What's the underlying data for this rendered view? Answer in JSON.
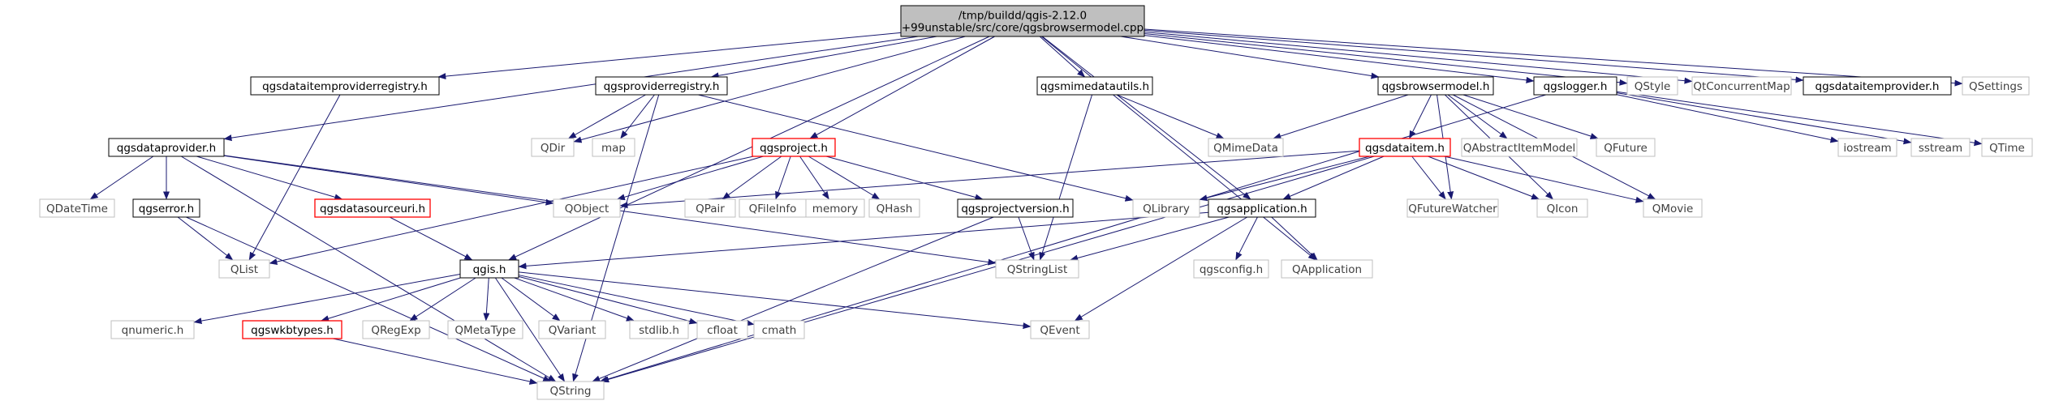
{
  "colors": {
    "edge": "#191970",
    "edge_gray": "#a9a9a9",
    "box_black": "#000000",
    "box_red": "#ff0000",
    "box_gray": "#bfbfbf",
    "root_fill": "#bfbfbf",
    "text_black": "#000000",
    "text_gray": "#404040"
  },
  "nodes": [
    {
      "id": "root",
      "lines": [
        "/tmp/buildd/qgis-2.12.0",
        "+99unstable/src/core/qgsbrowsermodel.cpp"
      ],
      "style": "root"
    },
    {
      "id": "dataitemproviderregistry",
      "lines": [
        "qgsdataitemproviderregistry.h"
      ],
      "style": "black"
    },
    {
      "id": "providerregistry",
      "lines": [
        "qgsproviderregistry.h"
      ],
      "style": "black"
    },
    {
      "id": "mimedatautils",
      "lines": [
        "qgsmimedatautils.h"
      ],
      "style": "black"
    },
    {
      "id": "browsermodel_h",
      "lines": [
        "qgsbrowsermodel.h"
      ],
      "style": "black"
    },
    {
      "id": "logger",
      "lines": [
        "qgslogger.h"
      ],
      "style": "black"
    },
    {
      "id": "QStyle",
      "lines": [
        "QStyle"
      ],
      "style": "gray"
    },
    {
      "id": "QtConcurrentMap",
      "lines": [
        "QtConcurrentMap"
      ],
      "style": "gray"
    },
    {
      "id": "dataitemprovider",
      "lines": [
        "qgsdataitemprovider.h"
      ],
      "style": "black"
    },
    {
      "id": "QSettings",
      "lines": [
        "QSettings"
      ],
      "style": "gray"
    },
    {
      "id": "dataprovider",
      "lines": [
        "qgsdataprovider.h"
      ],
      "style": "black"
    },
    {
      "id": "QDir",
      "lines": [
        "QDir"
      ],
      "style": "gray"
    },
    {
      "id": "map",
      "lines": [
        "map"
      ],
      "style": "gray"
    },
    {
      "id": "project",
      "lines": [
        "qgsproject.h"
      ],
      "style": "red"
    },
    {
      "id": "QMimeData",
      "lines": [
        "QMimeData"
      ],
      "style": "gray"
    },
    {
      "id": "dataitem",
      "lines": [
        "qgsdataitem.h"
      ],
      "style": "red"
    },
    {
      "id": "QAbstractItemModel",
      "lines": [
        "QAbstractItemModel"
      ],
      "style": "gray"
    },
    {
      "id": "QFuture",
      "lines": [
        "QFuture"
      ],
      "style": "gray"
    },
    {
      "id": "iostream",
      "lines": [
        "iostream"
      ],
      "style": "gray"
    },
    {
      "id": "sstream",
      "lines": [
        "sstream"
      ],
      "style": "gray"
    },
    {
      "id": "QTime",
      "lines": [
        "QTime"
      ],
      "style": "gray"
    },
    {
      "id": "QDateTime",
      "lines": [
        "QDateTime"
      ],
      "style": "gray"
    },
    {
      "id": "error",
      "lines": [
        "qgserror.h"
      ],
      "style": "black"
    },
    {
      "id": "datasourceuri",
      "lines": [
        "qgsdatasourceuri.h"
      ],
      "style": "red"
    },
    {
      "id": "QObject",
      "lines": [
        "QObject"
      ],
      "style": "gray"
    },
    {
      "id": "QPair",
      "lines": [
        "QPair"
      ],
      "style": "gray"
    },
    {
      "id": "QFileInfo",
      "lines": [
        "QFileInfo"
      ],
      "style": "gray"
    },
    {
      "id": "memory",
      "lines": [
        "memory"
      ],
      "style": "gray"
    },
    {
      "id": "QHash",
      "lines": [
        "QHash"
      ],
      "style": "gray"
    },
    {
      "id": "projectversion",
      "lines": [
        "qgsprojectversion.h"
      ],
      "style": "black"
    },
    {
      "id": "QLibrary",
      "lines": [
        "QLibrary"
      ],
      "style": "gray"
    },
    {
      "id": "application",
      "lines": [
        "qgsapplication.h"
      ],
      "style": "black"
    },
    {
      "id": "QFutureWatcher",
      "lines": [
        "QFutureWatcher"
      ],
      "style": "gray"
    },
    {
      "id": "QIcon",
      "lines": [
        "QIcon"
      ],
      "style": "gray"
    },
    {
      "id": "QMovie",
      "lines": [
        "QMovie"
      ],
      "style": "gray"
    },
    {
      "id": "QList",
      "lines": [
        "QList"
      ],
      "style": "gray"
    },
    {
      "id": "qgis",
      "lines": [
        "qgis.h"
      ],
      "style": "black"
    },
    {
      "id": "QStringList",
      "lines": [
        "QStringList"
      ],
      "style": "gray"
    },
    {
      "id": "config",
      "lines": [
        "qgsconfig.h"
      ],
      "style": "gray"
    },
    {
      "id": "QApplication",
      "lines": [
        "QApplication"
      ],
      "style": "gray"
    },
    {
      "id": "qnumeric",
      "lines": [
        "qnumeric.h"
      ],
      "style": "gray"
    },
    {
      "id": "wkbtypes",
      "lines": [
        "qgswkbtypes.h"
      ],
      "style": "red"
    },
    {
      "id": "QRegExp",
      "lines": [
        "QRegExp"
      ],
      "style": "gray"
    },
    {
      "id": "QMetaType",
      "lines": [
        "QMetaType"
      ],
      "style": "gray"
    },
    {
      "id": "QVariant",
      "lines": [
        "QVariant"
      ],
      "style": "gray"
    },
    {
      "id": "stdlib",
      "lines": [
        "stdlib.h"
      ],
      "style": "gray"
    },
    {
      "id": "cfloat",
      "lines": [
        "cfloat"
      ],
      "style": "gray"
    },
    {
      "id": "cmath",
      "lines": [
        "cmath"
      ],
      "style": "gray"
    },
    {
      "id": "QEvent",
      "lines": [
        "QEvent"
      ],
      "style": "gray"
    },
    {
      "id": "QString",
      "lines": [
        "QString"
      ],
      "style": "gray"
    }
  ],
  "edges": [
    [
      "root",
      "dataitemproviderregistry"
    ],
    [
      "root",
      "providerregistry"
    ],
    [
      "root",
      "mimedatautils"
    ],
    [
      "root",
      "browsermodel_h"
    ],
    [
      "root",
      "logger"
    ],
    [
      "root",
      "QStyle"
    ],
    [
      "root",
      "QtConcurrentMap"
    ],
    [
      "root",
      "dataitemprovider"
    ],
    [
      "root",
      "QSettings"
    ],
    [
      "root",
      "dataprovider"
    ],
    [
      "root",
      "QDir"
    ],
    [
      "root",
      "qgis"
    ],
    [
      "root",
      "project"
    ],
    [
      "root",
      "application"
    ],
    [
      "root",
      "QApplication"
    ],
    [
      "dataitemproviderregistry",
      "QList"
    ],
    [
      "providerregistry",
      "QDir"
    ],
    [
      "providerregistry",
      "map"
    ],
    [
      "providerregistry",
      "QLibrary"
    ],
    [
      "providerregistry",
      "QString"
    ],
    [
      "mimedatautils",
      "QMimeData"
    ],
    [
      "mimedatautils",
      "QStringList"
    ],
    [
      "browsermodel_h",
      "QMimeData"
    ],
    [
      "browsermodel_h",
      "dataitem"
    ],
    [
      "browsermodel_h",
      "QAbstractItemModel"
    ],
    [
      "browsermodel_h",
      "QFuture"
    ],
    [
      "browsermodel_h",
      "QFutureWatcher"
    ],
    [
      "browsermodel_h",
      "QIcon"
    ],
    [
      "browsermodel_h",
      "QMovie"
    ],
    [
      "logger",
      "iostream"
    ],
    [
      "logger",
      "sstream"
    ],
    [
      "logger",
      "QTime"
    ],
    [
      "logger",
      "QString"
    ],
    [
      "dataprovider",
      "QDateTime"
    ],
    [
      "dataprovider",
      "error"
    ],
    [
      "dataprovider",
      "datasourceuri"
    ],
    [
      "dataprovider",
      "QObject"
    ],
    [
      "dataprovider",
      "QStringList"
    ],
    [
      "dataprovider",
      "QString"
    ],
    [
      "project",
      "QObject"
    ],
    [
      "project",
      "QPair"
    ],
    [
      "project",
      "QFileInfo"
    ],
    [
      "project",
      "memory"
    ],
    [
      "project",
      "QHash"
    ],
    [
      "project",
      "projectversion"
    ],
    [
      "project",
      "QList"
    ],
    [
      "dataitem",
      "QObject"
    ],
    [
      "dataitem",
      "QLibrary"
    ],
    [
      "dataitem",
      "application"
    ],
    [
      "dataitem",
      "QFutureWatcher"
    ],
    [
      "dataitem",
      "QIcon"
    ],
    [
      "dataitem",
      "QMovie"
    ],
    [
      "dataitem",
      "QString"
    ],
    [
      "error",
      "QList"
    ],
    [
      "error",
      "QString"
    ],
    [
      "datasourceuri",
      "qgis"
    ],
    [
      "projectversion",
      "QStringList"
    ],
    [
      "projectversion",
      "QString"
    ],
    [
      "application",
      "qgis"
    ],
    [
      "application",
      "QStringList"
    ],
    [
      "application",
      "config"
    ],
    [
      "application",
      "QApplication"
    ],
    [
      "application",
      "QEvent"
    ],
    [
      "qgis",
      "qnumeric"
    ],
    [
      "qgis",
      "wkbtypes"
    ],
    [
      "qgis",
      "QRegExp"
    ],
    [
      "qgis",
      "QMetaType"
    ],
    [
      "qgis",
      "QVariant"
    ],
    [
      "qgis",
      "stdlib"
    ],
    [
      "qgis",
      "cfloat"
    ],
    [
      "qgis",
      "cmath"
    ],
    [
      "qgis",
      "QEvent"
    ],
    [
      "qgis",
      "QString"
    ],
    [
      "wkbtypes",
      "QString"
    ]
  ]
}
